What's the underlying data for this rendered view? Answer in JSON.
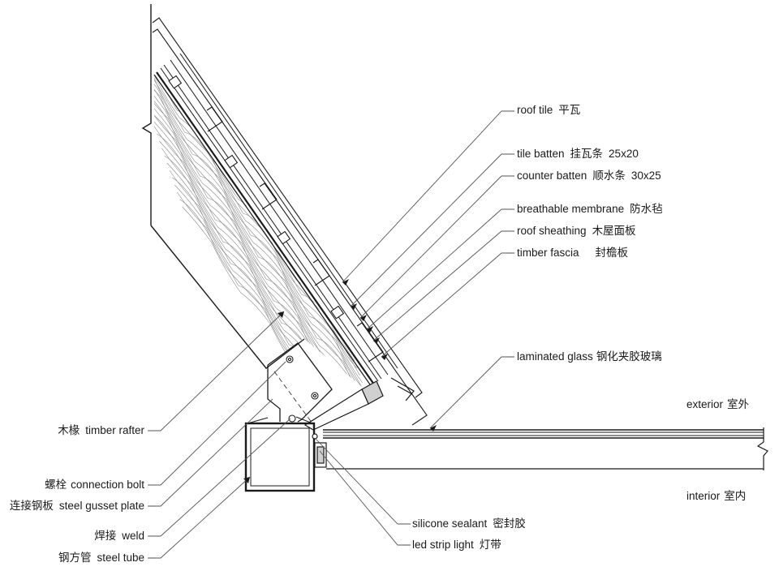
{
  "labels": {
    "roof_tile": {
      "en": "roof tile",
      "cn": "平瓦"
    },
    "tile_batten": {
      "en": "tile batten",
      "cn": "挂瓦条",
      "size": "25x20"
    },
    "counter_batten": {
      "en": "counter batten",
      "cn": "顺水条",
      "size": "30x25"
    },
    "breathable_membrane": {
      "en": "breathable membrane",
      "cn": "防水毡"
    },
    "roof_sheathing": {
      "en": "roof sheathing",
      "cn": "木屋面板"
    },
    "timber_fascia": {
      "en": "timber fascia",
      "cn": "封檐板"
    },
    "laminated_glass": {
      "en": "laminated glass",
      "cn": "钢化夹胶玻璃"
    },
    "exterior": {
      "en": "exterior",
      "cn": "室外"
    },
    "interior": {
      "en": "interior",
      "cn": "室内"
    },
    "silicone_sealant": {
      "en": "silicone sealant",
      "cn": "密封胶"
    },
    "led_strip": {
      "en": "led strip light",
      "cn": "灯带"
    },
    "timber_rafter": {
      "cn": "木椽",
      "en": "timber rafter"
    },
    "connection_bolt": {
      "cn": "螺栓",
      "en": "connection bolt"
    },
    "gusset_plate": {
      "cn": "连接钢板",
      "en": "steel gusset plate"
    },
    "weld": {
      "cn": "焊接",
      "en": "weld"
    },
    "steel_tube": {
      "cn": "钢方管",
      "en": "steel tube"
    }
  },
  "colors": {
    "line": "#1a1a1a",
    "leader": "#555555",
    "wood_grain": "#8a8a8a"
  }
}
